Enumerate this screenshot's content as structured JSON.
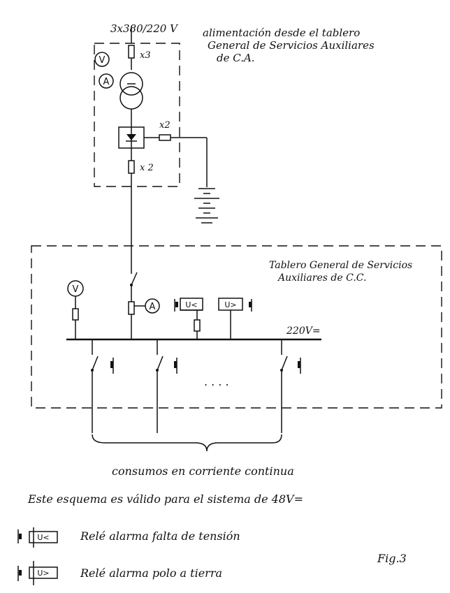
{
  "supply": {
    "voltage": "3x380/220 V",
    "description_line1": "alimentación desde el tablero",
    "description_line2": "General de Servicios Auxiliares",
    "description_line3": "de C.A."
  },
  "ac_panel": {
    "fuse_count": "x3",
    "rectifier_fuse_count": "x2",
    "output_fuse_count": "x 2",
    "voltmeter_symbol": "V",
    "ammeter_symbol": "A"
  },
  "dc_panel": {
    "title_line1": "Tablero General de Servicios",
    "title_line2": "Auxiliares de C.C.",
    "voltmeter_symbol": "V",
    "ammeter_symbol": "A",
    "relay_undervoltage": "U<",
    "relay_overvoltage": "U>",
    "bus_voltage": "220V=",
    "ellipsis": ". . . ."
  },
  "notes": {
    "consumers": "consumos en corriente continua",
    "validity": "Este esquema es válido para el sistema de 48V=",
    "legend_undervoltage_symbol": "U<",
    "legend_undervoltage_text": "Relé alarma falta de tensión",
    "legend_ground_symbol": "U>",
    "legend_ground_text": "Relé alarma polo a tierra",
    "figure_label": "Fig.3"
  }
}
